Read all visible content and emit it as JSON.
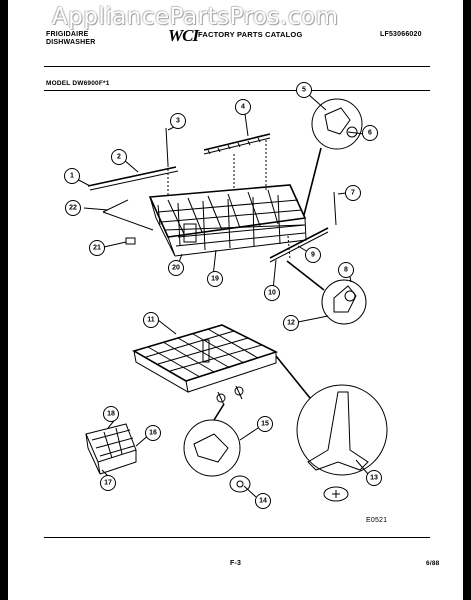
{
  "watermark": "AppliancePartsPros.com",
  "header": {
    "brand_line1": "FRIGIDAIRE",
    "brand_line2": "DISHWASHER",
    "logo": "WCI",
    "catalog_title": "FACTORY PARTS CATALOG",
    "catalog_number": "LF53066020",
    "model": "MODEL DW6900F*1"
  },
  "callouts": [
    "1",
    "2",
    "3",
    "4",
    "5",
    "6",
    "7",
    "8",
    "9",
    "10",
    "11",
    "12",
    "13",
    "14",
    "15",
    "16",
    "17",
    "18",
    "19",
    "20",
    "21",
    "22"
  ],
  "figure_code": "E0521",
  "footer": {
    "page": "F-3",
    "date": "6/88"
  }
}
